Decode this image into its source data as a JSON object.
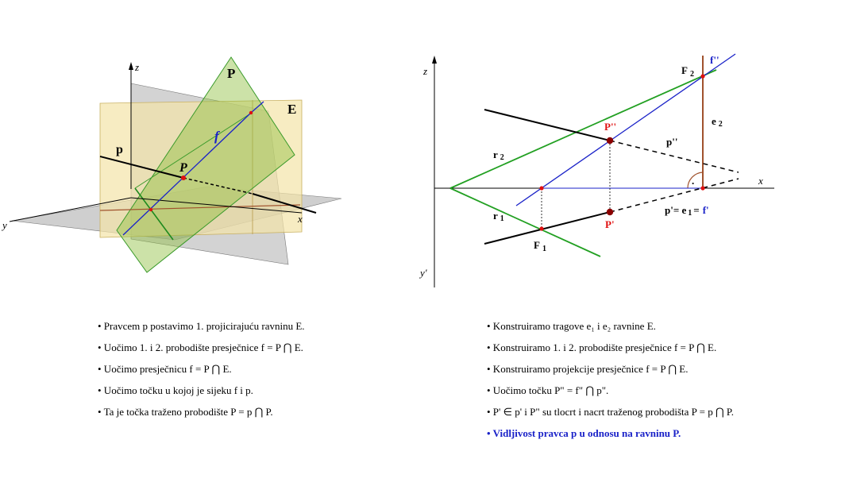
{
  "left_figure": {
    "labels": {
      "z": "z",
      "y": "y",
      "x": "x",
      "P_plane": "P",
      "E_plane": "E",
      "f": "f",
      "p": "p",
      "P_point": "P"
    },
    "colors": {
      "blue": "#1a22c8",
      "plane_green": "#8fbf3f",
      "plane_yellow": "#f3e4a8",
      "plane_gray": "#a8a8a8",
      "red": "#e01010"
    }
  },
  "right_figure": {
    "labels": {
      "z": "z",
      "y_prime": "y'",
      "x": "x",
      "F2": "F",
      "F2_sub": "2",
      "f_dd": "f''",
      "e2": "e",
      "e2_sub": "2",
      "P_dd": "P''",
      "p_dd": "p''",
      "r2": "r",
      "r2_sub": "2",
      "r1": "r",
      "r1_sub": "1",
      "F1": "F",
      "F1_sub": "1",
      "P_d": "P'",
      "pe_label": "p'= e",
      "pe_sub": "1",
      "pe_eq": "=",
      "f_d": "f'",
      "angle_dot": "."
    },
    "colors": {
      "green": "#22a022",
      "brown": "#a0522d",
      "blue": "#1a22c8",
      "red": "#e01010",
      "dark_red": "#8b0000"
    }
  },
  "notes_left": [
    "• Pravcem p postavimo 1. projicirajuću ravninu E.",
    "• Uočimo 1. i 2. probodište presječnice f = P ⋂ E.",
    "• Uočimo presječnicu f = P ⋂ E.",
    "• Uočimo točku u kojoj je sijeku f i p.",
    "• Ta je točka traženo probodište P = p ⋂ P."
  ],
  "notes_right": [
    "• Konstruiramo tragove e₁ i e₂ ravnine E.",
    "• Konstruiramo 1. i 2. probodište presječnice f = P ⋂ E.",
    "• Konstruiramo projekcije presječnice f = P ⋂ E.",
    "• Uočimo točku P\" = f\" ⋂ p\".",
    "• P' ∈ p' i P\" su tlocrt i nacrt traženog probodišta P = p ⋂ P.",
    "• Vidljivost pravca p u odnosu na ravninu P."
  ]
}
